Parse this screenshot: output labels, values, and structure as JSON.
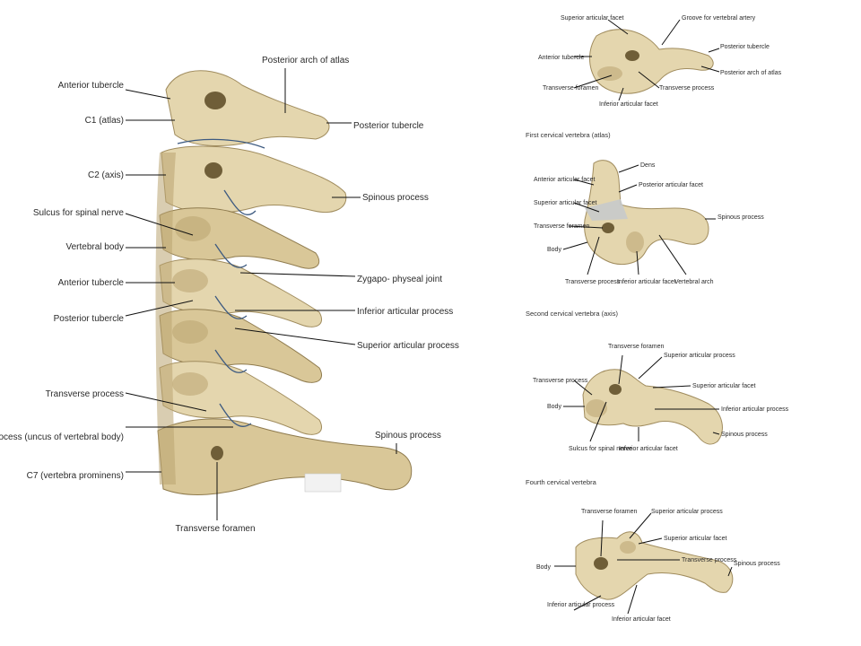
{
  "main": {
    "labels_left": {
      "anterior_tubercle": "Anterior tubercle",
      "c1_atlas": "C1 (atlas)",
      "c2_axis": "C2 (axis)",
      "sulcus": "Sulcus for spinal nerve",
      "vertebral_body": "Vertebral body",
      "anterior_tubercle_2": "Anterior tubercle",
      "posterior_tubercle": "Posterior tubercle",
      "transverse_process": "Transverse process",
      "uncinate": "Uncinate process (uncus of vertebral body)",
      "c7": "C7 (vertebra prominens)"
    },
    "labels_right": {
      "posterior_arch": "Posterior arch of atlas",
      "posterior_tubercle": "Posterior tubercle",
      "spinous_process": "Spinous process",
      "zygapophyseal": "Zygapo- physeal joint",
      "inferior_articular": "Inferior articular process",
      "superior_articular": "Superior articular process",
      "spinous_process_2": "Spinous process"
    },
    "label_bottom": "Transverse foramen"
  },
  "panels": {
    "atlas": {
      "caption": "First cervical vertebra (atlas)",
      "labels": {
        "superior_facet": "Superior articular facet",
        "groove": "Groove for vertebral artery",
        "anterior_tubercle": "Anterior tubercle",
        "posterior_tubercle": "Posterior tubercle",
        "posterior_arch": "Posterior arch of atlas",
        "transverse_foramen": "Transverse foramen",
        "transverse_process": "Transverse process",
        "inferior_facet": "Inferior articular facet"
      }
    },
    "axis": {
      "caption": "Second cervical vertebra (axis)",
      "labels": {
        "dens": "Dens",
        "anterior_facet": "Anterior articular facet",
        "posterior_facet": "Posterior articular facet",
        "superior_facet": "Superior articular facet",
        "spinous_process": "Spinous process",
        "transverse_foramen": "Transverse foramen",
        "body": "Body",
        "transverse_process": "Transverse process",
        "inferior_facet": "Inferior articular facet",
        "vertebral_arch": "Vertebral arch"
      }
    },
    "c4": {
      "caption": "Fourth cervical vertebra",
      "labels": {
        "transverse_foramen": "Transverse foramen",
        "superior_process": "Superior articular process",
        "transverse_process": "Transverse process",
        "superior_facet": "Superior articular facet",
        "body": "Body",
        "inferior_process": "Inferior articular process",
        "spinous_process": "Spinous process",
        "sulcus": "Sulcus for spinal nerve",
        "inferior_facet": "Inferior articular facet"
      }
    },
    "c7": {
      "labels": {
        "transverse_foramen": "Transverse foramen",
        "superior_process": "Superior articular process",
        "superior_facet": "Superior articular facet",
        "body": "Body",
        "transverse_process": "Transverse process",
        "spinous_process": "Spinous process",
        "inferior_process": "Inferior articular process",
        "inferior_facet": "Inferior articular facet"
      }
    }
  }
}
